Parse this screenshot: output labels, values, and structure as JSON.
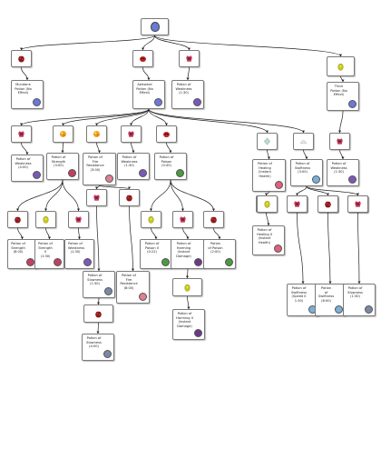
{
  "colors": {
    "line": "#222222",
    "wart": "#8b1a1a",
    "fire": "#f0a020",
    "sugar": "#eaeaea",
    "eye": "#c02828",
    "mint": "#bcd8d0",
    "gold": "#c8c818",
    "fermented": "#c24060",
    "spider": "#c03030",
    "ghast": "#d8e8e8"
  },
  "nodes": [
    {
      "id": "root",
      "kind": "bottle",
      "bottle": "#6a78d8"
    },
    {
      "id": "wart1",
      "kind": "ingredient",
      "icon": "nether-wart-icon",
      "ing": "wart"
    },
    {
      "id": "eye1",
      "kind": "ingredient",
      "icon": "spider-eye-icon",
      "ing": "eye"
    },
    {
      "id": "ferm1",
      "kind": "ingredient",
      "icon": "fermented-spider-eye-icon",
      "ing": "fermented"
    },
    {
      "id": "gold1",
      "kind": "ingredient",
      "icon": "glistering-melon-icon",
      "ing": "gold"
    },
    {
      "id": "mundane",
      "kind": "label",
      "text": "Mundane\nPotion (No\nEffect)",
      "bottle": "#6a78d8"
    },
    {
      "id": "awkward",
      "kind": "label",
      "text": "Awkward\nPotion (No\nEffect)",
      "bottle": "#6a78d8"
    },
    {
      "id": "weak1",
      "kind": "label",
      "text": "Potion of\nWeakness\n(1:30)",
      "bottle": "#7a58b8"
    },
    {
      "id": "thick",
      "kind": "label",
      "text": "Thick\nPotion (No\nEffect)",
      "bottle": "#6a78d8"
    },
    {
      "id": "ferm2",
      "kind": "ingredient",
      "icon": "fermented-spider-eye-icon",
      "ing": "fermented"
    },
    {
      "id": "fire1",
      "kind": "ingredient",
      "icon": "blaze-powder-icon",
      "ing": "fire"
    },
    {
      "id": "magma1",
      "kind": "ingredient",
      "icon": "magma-cream-icon",
      "ing": "fire"
    },
    {
      "id": "ferm3",
      "kind": "ingredient",
      "icon": "fermented-spider-eye-icon",
      "ing": "fermented"
    },
    {
      "id": "eye2",
      "kind": "ingredient",
      "icon": "spider-eye-icon",
      "ing": "eye"
    },
    {
      "id": "mint1",
      "kind": "ingredient",
      "icon": "glistering-melon-icon",
      "ing": "mint"
    },
    {
      "id": "sugar1",
      "kind": "ingredient",
      "icon": "sugar-icon",
      "ing": "sugar"
    },
    {
      "id": "ferm4",
      "kind": "ingredient",
      "icon": "fermented-spider-eye-icon",
      "ing": "fermented"
    },
    {
      "id": "weak2",
      "kind": "label",
      "text": "Potion of\nWeakness\n(4:00)",
      "bottle": "#7a58b8"
    },
    {
      "id": "strength1",
      "kind": "label",
      "text": "Potion of\nStrength\n(3:00)",
      "bottle": "#c04060"
    },
    {
      "id": "fireres1",
      "kind": "label",
      "text": "Potion of\nFire\nResistance\n(3:00)",
      "bottle": "#e08090"
    },
    {
      "id": "weak3",
      "kind": "label",
      "text": "Potion of\nWeakness\n(1:30)",
      "bottle": "#7a58b8"
    },
    {
      "id": "poison1",
      "kind": "label",
      "text": "Potion of\nPoison\n(0:45)",
      "bottle": "#4a9a40"
    },
    {
      "id": "healing1",
      "kind": "label",
      "text": "Potion of\nHealing\n(Instant\nHealth)",
      "bottle": "#e06080"
    },
    {
      "id": "swift1",
      "kind": "label",
      "text": "Potion of\nSwiftness\n(3:00)",
      "bottle": "#7ab0d8"
    },
    {
      "id": "weak4",
      "kind": "label",
      "text": "Potion of\nWeakness\n(1:30)",
      "bottle": "#7a58b8"
    },
    {
      "id": "ferm5",
      "kind": "ingredient",
      "icon": "fermented-spider-eye-icon",
      "ing": "fermented"
    },
    {
      "id": "wart2",
      "kind": "ingredient",
      "icon": "redstone-icon",
      "ing": "wart"
    },
    {
      "id": "wart3",
      "kind": "ingredient",
      "icon": "redstone-icon",
      "ing": "wart"
    },
    {
      "id": "gold2",
      "kind": "ingredient",
      "icon": "glowstone-icon",
      "ing": "gold"
    },
    {
      "id": "ferm6",
      "kind": "ingredient",
      "icon": "fermented-spider-eye-icon",
      "ing": "fermented"
    },
    {
      "id": "gold3",
      "kind": "ingredient",
      "icon": "glowstone-icon",
      "ing": "gold"
    },
    {
      "id": "ferm7",
      "kind": "ingredient",
      "icon": "fermented-spider-eye-icon",
      "ing": "fermented"
    },
    {
      "id": "wart4",
      "kind": "ingredient",
      "icon": "redstone-icon",
      "ing": "wart"
    },
    {
      "id": "gold4",
      "kind": "ingredient",
      "icon": "glowstone-icon",
      "ing": "gold"
    },
    {
      "id": "ferm8",
      "kind": "ingredient",
      "icon": "fermented-spider-eye-icon",
      "ing": "fermented"
    },
    {
      "id": "wart5",
      "kind": "ingredient",
      "icon": "redstone-icon",
      "ing": "wart"
    },
    {
      "id": "wart6",
      "kind": "ingredient",
      "icon": "redstone-icon",
      "ing": "wart"
    },
    {
      "id": "strength2",
      "kind": "label",
      "text": "Potion of\nStrength\n(8:00)",
      "bottle": "#c04060"
    },
    {
      "id": "strength3",
      "kind": "label",
      "text": "Potion of\nStrength II\n(1:30)",
      "bottle": "#c04060"
    },
    {
      "id": "weak5",
      "kind": "label",
      "text": "Potion of\nWeakness\n(1:30)",
      "bottle": "#7a58b8"
    },
    {
      "id": "poison2",
      "kind": "label",
      "text": "Potion of\nPoison II\n(0:22)",
      "bottle": "#4a9a40"
    },
    {
      "id": "harm1",
      "kind": "label",
      "text": "Potion of\nHarming\n(Instant\nDamage)",
      "bottle": "#6a3a8a"
    },
    {
      "id": "poison3",
      "kind": "label",
      "text": "Potion\nof Poison\n(2:00)",
      "bottle": "#4a9a40"
    },
    {
      "id": "heal2",
      "kind": "label",
      "text": "Potion of\nHealing II\n(Instant\nHealth)",
      "bottle": "#e06080"
    },
    {
      "id": "slow1",
      "kind": "label",
      "text": "Potion of\nSlowness\n(1:30)",
      "bottle": "#7a88a8"
    },
    {
      "id": "fireres2",
      "kind": "label",
      "text": "Potion of\nFire\nResistance\n(8:00)",
      "bottle": "#e08090"
    },
    {
      "id": "gold5",
      "kind": "ingredient",
      "icon": "glowstone-icon",
      "ing": "gold"
    },
    {
      "id": "harm2",
      "kind": "label",
      "text": "Potion of\nHarming II\n(Instant\nDamage)",
      "bottle": "#6a3a8a"
    },
    {
      "id": "wart7",
      "kind": "ingredient",
      "icon": "redstone-icon",
      "ing": "wart"
    },
    {
      "id": "slow2",
      "kind": "label",
      "text": "Potion of\nSlowness\n(4:00)",
      "bottle": "#7a88a8"
    },
    {
      "id": "swift2",
      "kind": "label",
      "text": "Potion of\nSwiftness\n(Speed II\n1:30)",
      "bottle": "#7ab0d8"
    },
    {
      "id": "swift3",
      "kind": "label",
      "text": "Potion\nof\nSwiftness\n(8:00)",
      "bottle": "#7ab0d8"
    },
    {
      "id": "slow3",
      "kind": "label",
      "text": "Potion of\nSlowness\n(1:30)",
      "bottle": "#7a88a8"
    },
    {
      "id": "gold6",
      "kind": "ingredient",
      "icon": "glowstone-icon",
      "ing": "gold"
    },
    {
      "id": "eye3",
      "kind": "ingredient",
      "icon": "fermented-spider-eye-icon",
      "ing": "fermented"
    },
    {
      "id": "wart8",
      "kind": "ingredient",
      "icon": "redstone-icon",
      "ing": "wart"
    },
    {
      "id": "ferm9",
      "kind": "ingredient",
      "icon": "fermented-spider-eye-icon",
      "ing": "fermented"
    }
  ]
}
